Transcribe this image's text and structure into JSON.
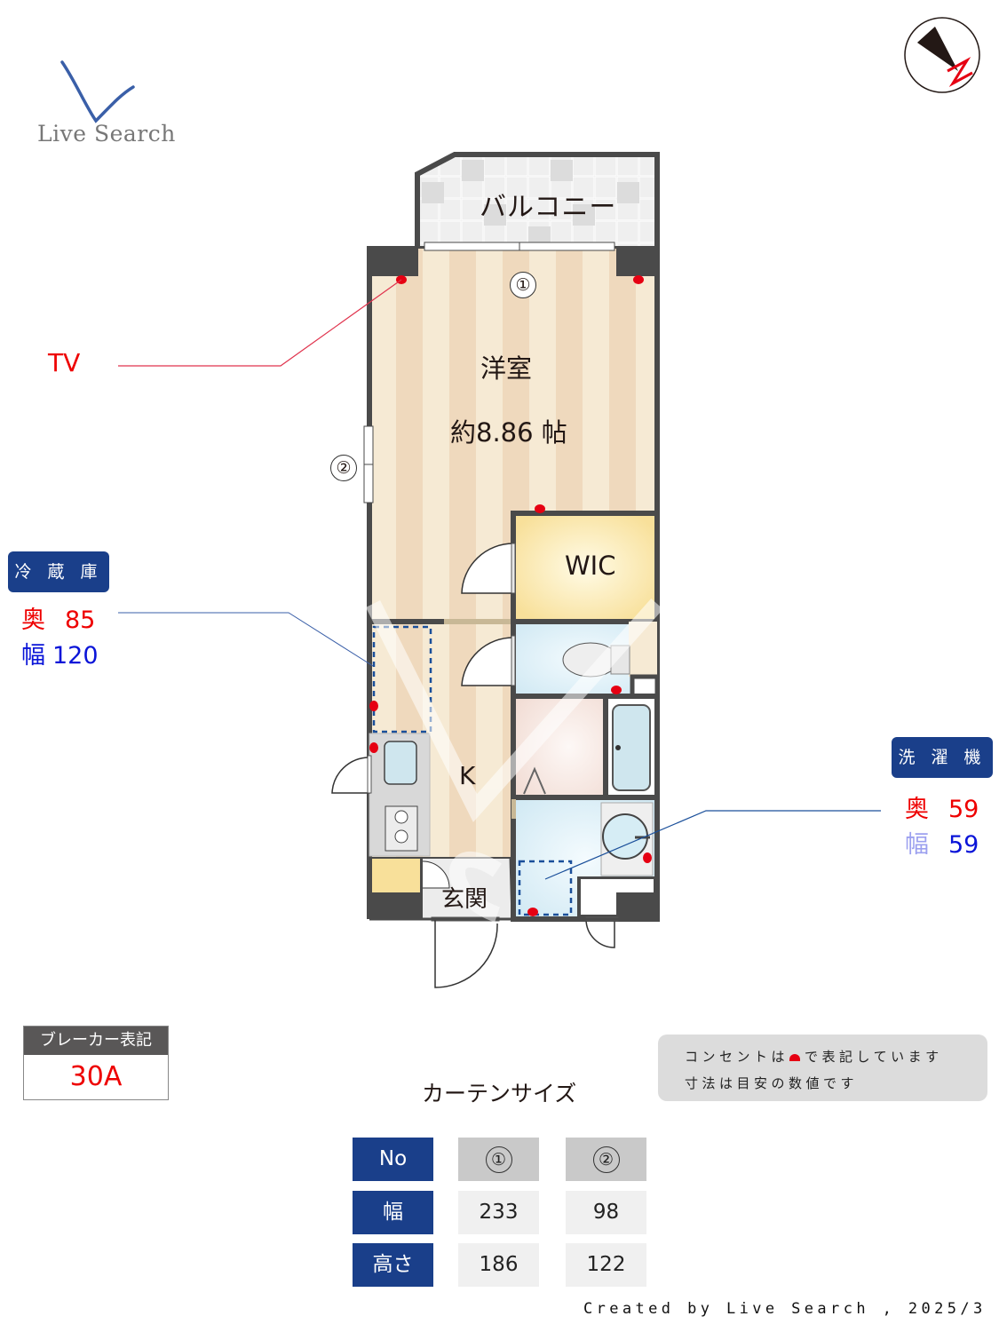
{
  "logo": {
    "text": "Live Search",
    "mark_color": "#3a5fa8"
  },
  "compass": {
    "label": "N",
    "needle_color": "#231815",
    "label_color": "#e60012"
  },
  "floorplan": {
    "rooms": {
      "balcony": "バルコニー",
      "western_room": "洋室",
      "western_room_size": "約8.86 帖",
      "wic": "WIC",
      "kitchen": "K",
      "entrance": "玄関"
    },
    "window_markers": [
      "①",
      "②"
    ]
  },
  "callouts": {
    "tv": {
      "label": "TV",
      "color": "#e60012"
    },
    "fridge": {
      "title": "冷 蔵 庫",
      "depth_label": "奥",
      "depth_value": "85",
      "width_label": "幅",
      "width_value": "120"
    },
    "washer": {
      "title": "洗 濯 機",
      "depth_label": "奥",
      "depth_value": "59",
      "width_label": "幅",
      "width_value": "59"
    }
  },
  "breaker": {
    "label": "ブレーカー表記",
    "value": "30A"
  },
  "legend_note": {
    "line1_before": "コンセントは",
    "line1_after": "で表記しています",
    "line2": "寸法は目安の数値です",
    "outlet_color": "#e60012"
  },
  "curtain": {
    "title": "カーテンサイズ",
    "row_headers": [
      "No",
      "幅",
      "高さ"
    ],
    "columns": [
      {
        "no": "①",
        "width": "233",
        "height": "186"
      },
      {
        "no": "②",
        "width": "98",
        "height": "122"
      }
    ]
  },
  "footer": {
    "credit": "Created by Live Search , 2025/3"
  },
  "colors": {
    "navy": "#1a3f8a",
    "wall": "#4a4a4a",
    "floor_light": "#f6ead4",
    "floor_dark": "#efd9bd",
    "wic": "#f8e3a0",
    "wet": "#d4ecf5",
    "washroom": "#f5e2dc"
  }
}
